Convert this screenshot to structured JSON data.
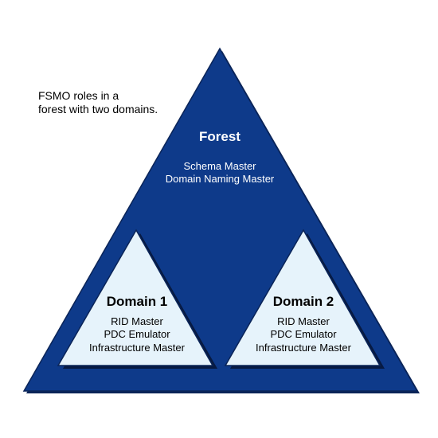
{
  "caption": {
    "line1": "FSMO roles in a",
    "line2": "forest with two domains."
  },
  "forest": {
    "title": "Forest",
    "roles": [
      "Schema Master",
      "Domain Naming Master"
    ]
  },
  "domains": [
    {
      "title": "Domain 1",
      "roles": [
        "RID Master",
        "PDC Emulator",
        "Infrastructure Master"
      ]
    },
    {
      "title": "Domain 2",
      "roles": [
        "RID Master",
        "PDC Emulator",
        "Infrastructure Master"
      ]
    }
  ],
  "colors": {
    "forest_fill": "#0e3a8a",
    "forest_shadow": "#0a2458",
    "domain_fill": "#e6f3fb",
    "domain_stroke": "#0a2458",
    "domain_shadow": "#071a42",
    "forest_text": "#ffffff",
    "domain_text": "#000000"
  }
}
